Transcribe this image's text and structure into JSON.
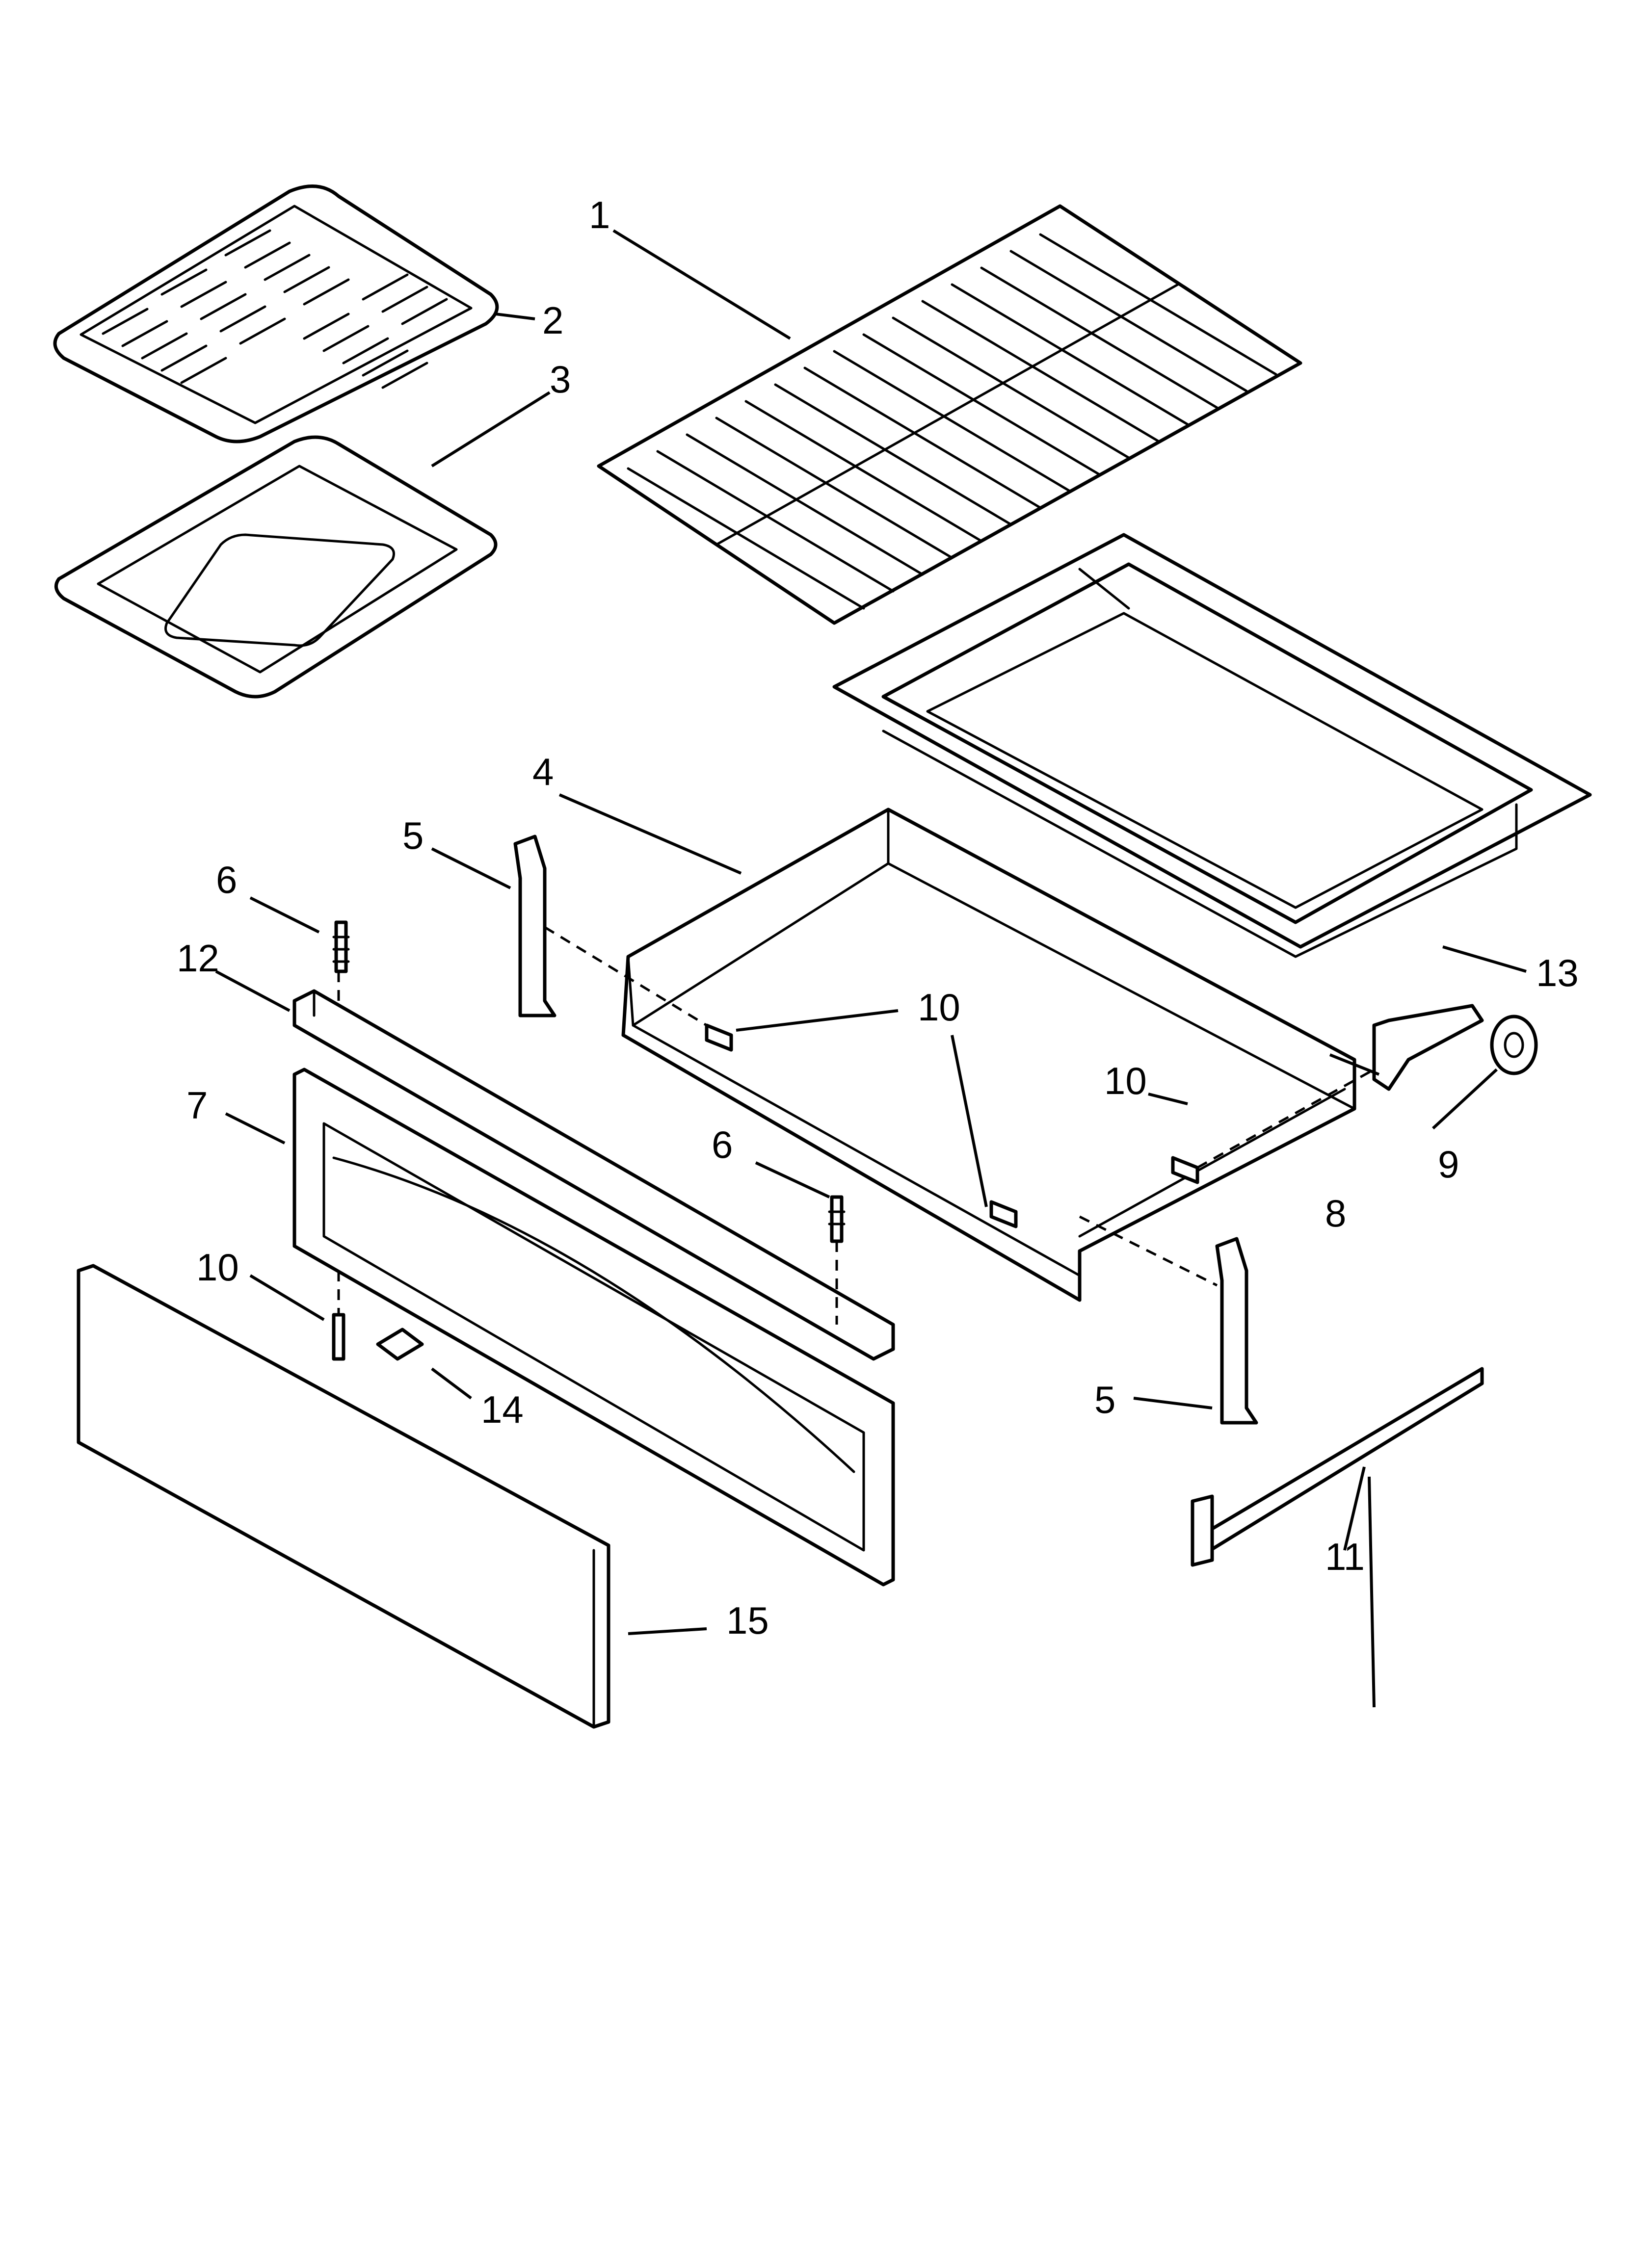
{
  "diagram": {
    "callouts": [
      {
        "id": "c1",
        "label": "1",
        "part": "oven-rack"
      },
      {
        "id": "c2",
        "label": "2",
        "part": "broiler-grid"
      },
      {
        "id": "c3",
        "label": "3",
        "part": "broiler-pan"
      },
      {
        "id": "c4",
        "label": "4",
        "part": "drawer-frame"
      },
      {
        "id": "c5a",
        "label": "5",
        "part": "drawer-slide-bracket"
      },
      {
        "id": "c5b",
        "label": "5",
        "part": "drawer-slide-bracket"
      },
      {
        "id": "c6a",
        "label": "6",
        "part": "stud"
      },
      {
        "id": "c6b",
        "label": "6",
        "part": "stud"
      },
      {
        "id": "c7",
        "label": "7",
        "part": "drawer-front"
      },
      {
        "id": "c8",
        "label": "8",
        "part": "roller-bracket"
      },
      {
        "id": "c9",
        "label": "9",
        "part": "roller"
      },
      {
        "id": "c10a",
        "label": "10",
        "part": "screw"
      },
      {
        "id": "c10b",
        "label": "10",
        "part": "screw"
      },
      {
        "id": "c10c",
        "label": "10",
        "part": "screw"
      },
      {
        "id": "c11",
        "label": "11",
        "part": "drawer-slide-rail"
      },
      {
        "id": "c12",
        "label": "12",
        "part": "handle-trim"
      },
      {
        "id": "c13",
        "label": "13",
        "part": "drawer-pan"
      },
      {
        "id": "c14",
        "label": "14",
        "part": "clip"
      },
      {
        "id": "c15",
        "label": "15",
        "part": "drawer-panel"
      }
    ]
  }
}
